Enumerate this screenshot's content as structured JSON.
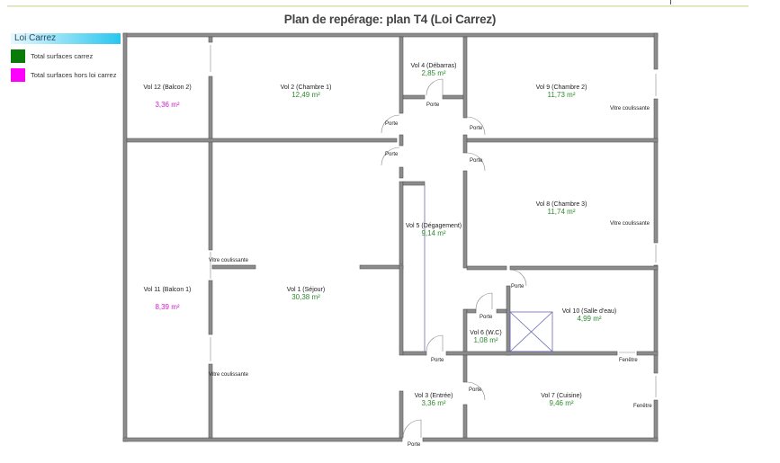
{
  "title": "Plan de repérage: plan T4 (Loi Carrez)",
  "legend": {
    "header": "Loi Carrez",
    "items": [
      {
        "label": "Total surfaces carrez",
        "color": "#0a7a0a"
      },
      {
        "label": "Total surfaces hors loi carrez",
        "color": "#ff00ff"
      }
    ]
  },
  "colors": {
    "carrez": "#2e8b2e",
    "hors_carrez": "#d21fd2",
    "wall": "#8a8a8a",
    "fixture": "#6a6ab4"
  },
  "rooms": [
    {
      "id": "vol12",
      "name": "Vol 12 (Balcon 2)",
      "area": "3,36 m²",
      "type": "hors"
    },
    {
      "id": "vol2",
      "name": "Vol 2 (Chambre 1)",
      "area": "12,49 m²",
      "type": "carrez"
    },
    {
      "id": "vol4",
      "name": "Vol 4 (Débarras)",
      "area": "2,85 m²",
      "type": "carrez"
    },
    {
      "id": "vol9",
      "name": "Vol 9 (Chambre 2)",
      "area": "11,73 m²",
      "type": "carrez"
    },
    {
      "id": "vol8",
      "name": "Vol 8 (Chambre 3)",
      "area": "11,74 m²",
      "type": "carrez"
    },
    {
      "id": "vol5",
      "name": "Vol 5 (Dégagement)",
      "area": "9,14 m²",
      "type": "carrez"
    },
    {
      "id": "vol11",
      "name": "Vol 11 (Balcon 1)",
      "area": "8,39 m²",
      "type": "hors"
    },
    {
      "id": "vol1",
      "name": "Vol 1 (Séjour)",
      "area": "30,38 m²",
      "type": "carrez"
    },
    {
      "id": "vol10",
      "name": "Vol 10 (Salle d'eau)",
      "area": "4,99 m²",
      "type": "carrez"
    },
    {
      "id": "vol6",
      "name": "Vol 6 (W.C)",
      "area": "1,08 m²",
      "type": "carrez"
    },
    {
      "id": "vol3",
      "name": "Vol 3 (Entrée)",
      "area": "3,36 m²",
      "type": "carrez"
    },
    {
      "id": "vol7",
      "name": "Vol 7 (Cuisine)",
      "area": "9,46 m²",
      "type": "carrez"
    }
  ],
  "openings": {
    "door": "Porte",
    "sliding": "Vitre coulissante",
    "window": "Fenêtre"
  }
}
